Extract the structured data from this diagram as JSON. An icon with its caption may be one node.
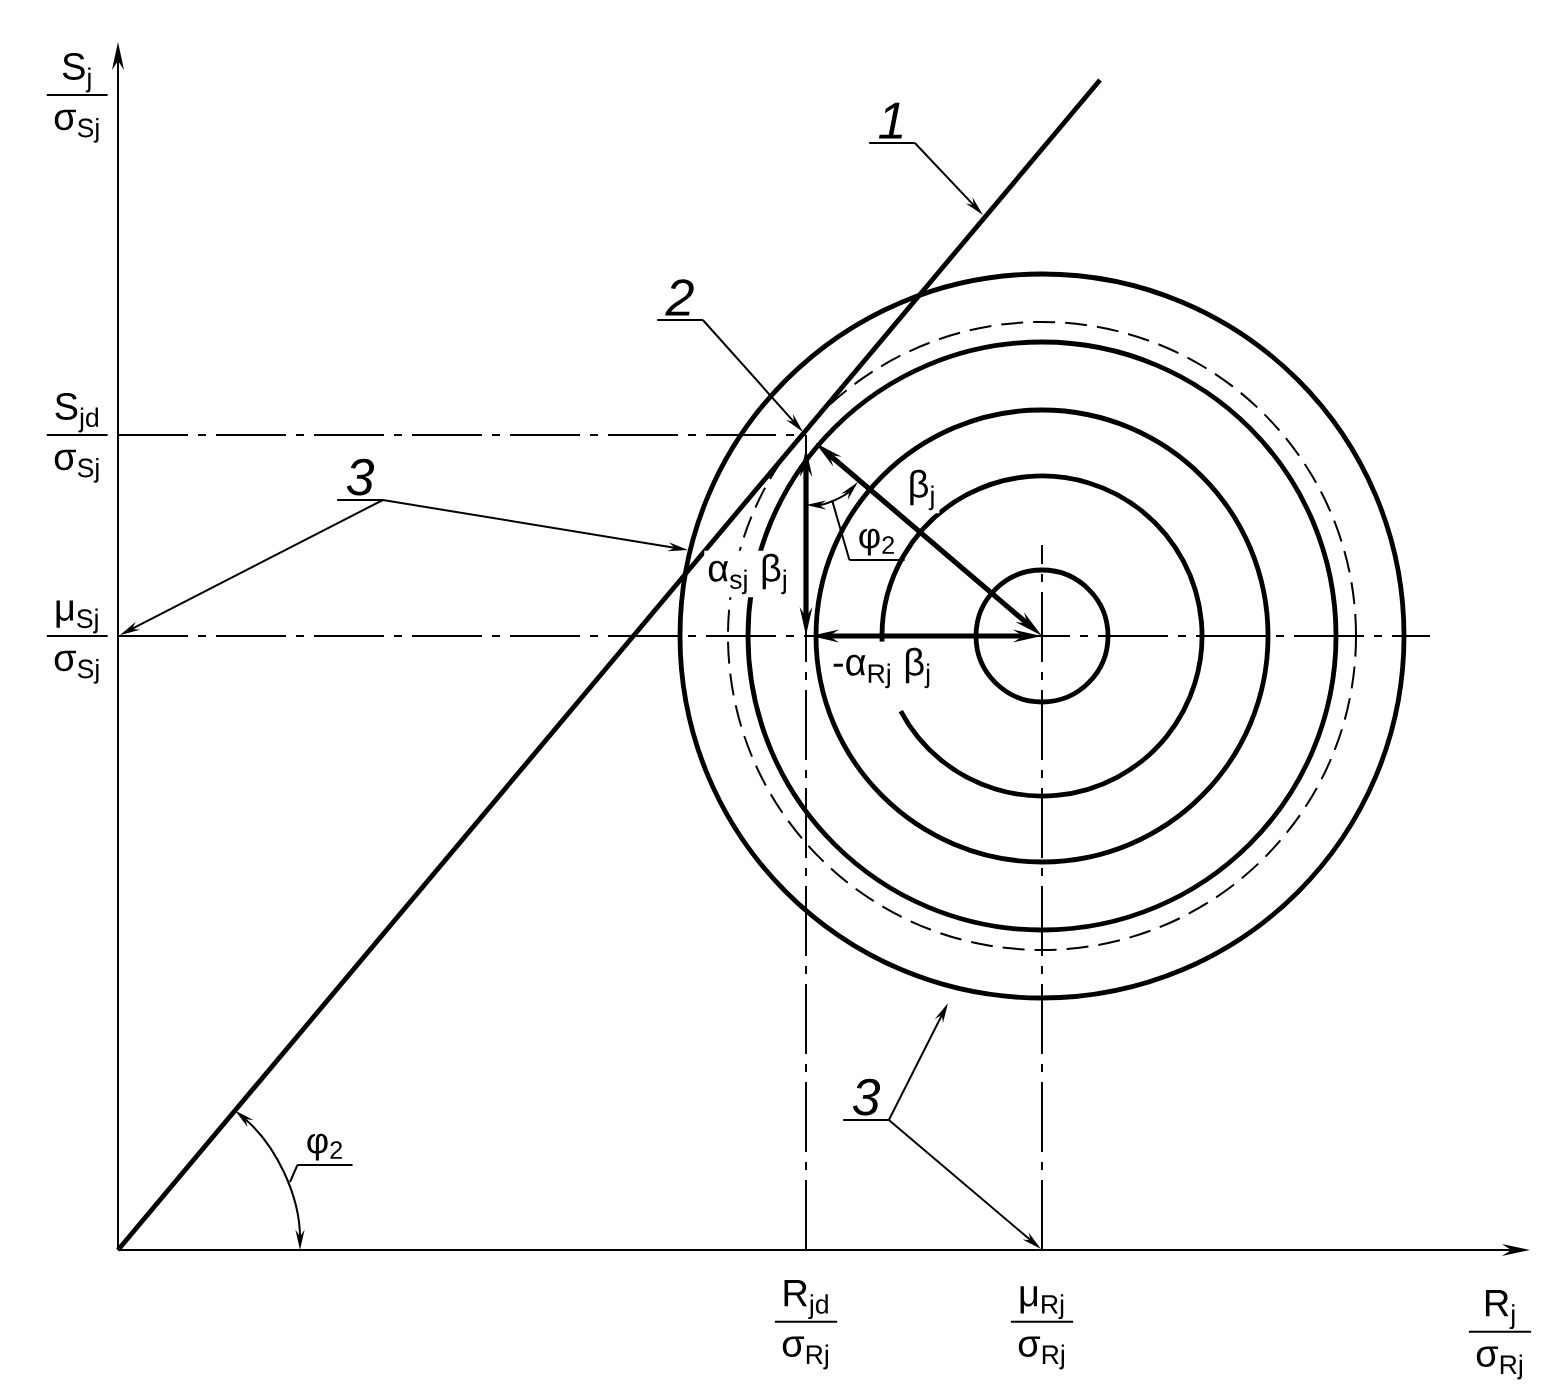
{
  "diagram": {
    "nodes": [
      {
        "text": [
          "1"
        ]
      },
      {
        "text": [
          "2"
        ]
      },
      {
        "text": [
          "3"
        ]
      },
      {
        "text": [
          "3"
        ]
      },
      {
        "text": [
          "φ$_{2}$"
        ]
      },
      {
        "text": [
          "φ$_{2}$"
        ]
      }
    ],
    "edges": [
      {
        "from": 0,
        "to": null,
        "arrow": "to"
      },
      {
        "from": 1,
        "to": null,
        "arrow": "to"
      },
      {
        "from": 2,
        "to": null,
        "arrow": "to"
      },
      {
        "from": 2,
        "to": null,
        "arrow": "to"
      },
      {
        "from": 3,
        "to": null,
        "arrow": "to"
      },
      {
        "from": 3,
        "to": null,
        "arrow": "to"
      },
      {
        "from": 4,
        "to": null,
        "arrow": "none"
      },
      {
        "from": 5,
        "to": null,
        "arrow": "none"
      }
    ],
    "labels": [
      "S$_{j}$",
      "σ$_{Sj}$",
      "S$_{jd}$",
      "σ$_{Sj}$",
      "μ$_{Sj}$",
      "σ$_{Sj}$",
      "β$_{j}$",
      "α$_{sj}$ β$_{j}$",
      "-α$_{Rj}$ β$_{j}$",
      "R$_{jd}$",
      "σ$_{Rj}$",
      "μ$_{Rj}$",
      "σ$_{Rj}$",
      "R$_{j}$",
      "σ$_{Rj}$"
    ]
  }
}
